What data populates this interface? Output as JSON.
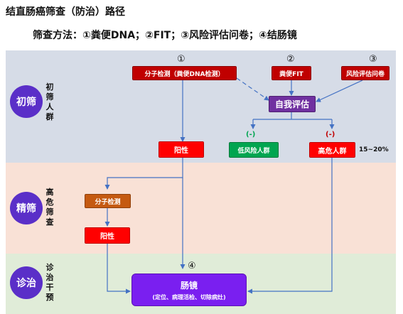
{
  "title": "结直肠癌筛查（防治）路径",
  "subtitle": "筛查方法：①粪便DNA；②FIT；③风险评估问卷；④结肠镜",
  "stages": [
    {
      "circle": "初筛",
      "label": "初筛人群"
    },
    {
      "circle": "精筛",
      "label": "高危筛查"
    },
    {
      "circle": "诊治",
      "label": "诊治干预"
    }
  ],
  "methods": {
    "dna": {
      "num": "①",
      "label": "分子检测（粪便DNA检测）"
    },
    "fit": {
      "num": "②",
      "label": "粪便FIT"
    },
    "questionnaire": {
      "num": "③",
      "label": "风险评估问卷"
    }
  },
  "self_assessment": "自我评估",
  "positive_1": "阳性",
  "low_risk": {
    "sign": "(-)",
    "label": "低风险人群"
  },
  "high_risk": {
    "sign": "(-)",
    "label": "高危人群",
    "ratio": "15~20%"
  },
  "molecular_test": "分子检测",
  "positive_2": "阳性",
  "colonoscopy": {
    "num": "④",
    "label": "肠镜",
    "detail": "(定位、病理活检、切除病灶)"
  },
  "colors": {
    "band_screening": "#d6dce7",
    "band_high_risk": "#f9e1d6",
    "band_diagnosis": "#e0ecd8",
    "stage_circle": "#5a2fc8",
    "arrow": "#4472c4",
    "positive": "#ff0000",
    "low_risk": "#00a550",
    "self_assessment": "#7030a0",
    "colonoscopy": "#7a1ff0"
  }
}
